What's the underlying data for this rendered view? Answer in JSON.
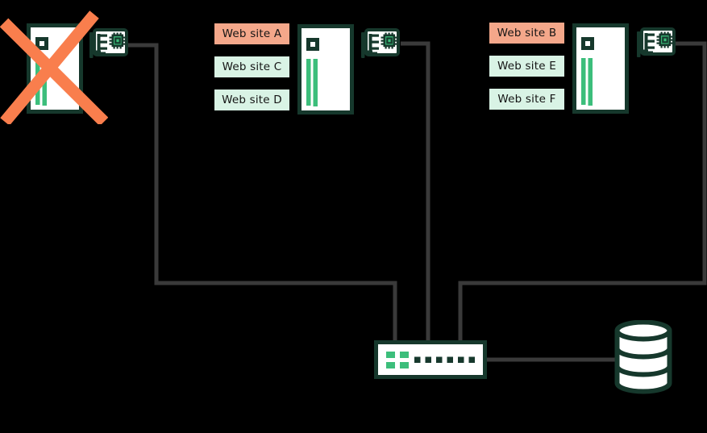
{
  "colors": {
    "dark-green": "#16382C",
    "bright-green": "#3CBE7B",
    "mint": "#D9F3E5",
    "salmon": "#F4A78A",
    "orange": "#F97E4D",
    "wire-gray": "#3A3A3A",
    "card-white": "#FFFFFF",
    "label-text": "#141414",
    "bg": "#000000"
  },
  "servers": [
    {
      "name": "failed-server",
      "status": "failed",
      "sites": []
    },
    {
      "name": "server-2",
      "status": "running",
      "sites": [
        {
          "label": "Web site A",
          "style": "salmon"
        },
        {
          "label": "Web site C",
          "style": "mint"
        },
        {
          "label": "Web site D",
          "style": "mint"
        }
      ]
    },
    {
      "name": "server-3",
      "status": "running",
      "sites": [
        {
          "label": "Web site B",
          "style": "salmon"
        },
        {
          "label": "Web site E",
          "style": "mint"
        },
        {
          "label": "Web site F",
          "style": "mint"
        }
      ]
    }
  ],
  "icons": {
    "server-icon": "server-tower-shape",
    "network-card-icon": "nic-card-with-chip-shape",
    "failure-cross-icon": "orange-x-shape",
    "network-switch-icon": "switch-box-with-ports-shape",
    "database-icon": "cylinder-shape"
  }
}
